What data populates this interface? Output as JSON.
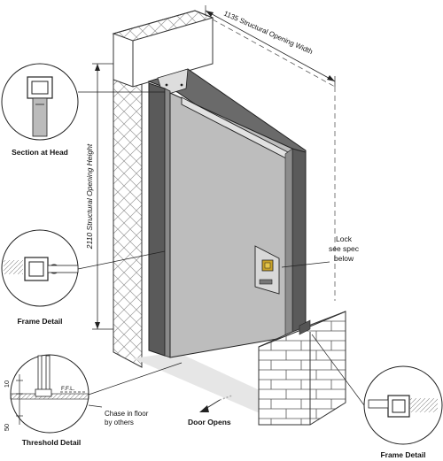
{
  "labels": {
    "width_dim": "1135 Structural Opening Width",
    "height_dim": "2110 Structural Opening Height",
    "section_head": "Section at Head",
    "frame_detail_left": "Frame Detail",
    "frame_detail_right": "Frame Detail",
    "threshold_detail": "Threshold Detail",
    "lock_line1": "Lock",
    "lock_line2": "see spec",
    "lock_line3": "below",
    "door_opens": "Door Opens",
    "chase_line1": "Chase in floor",
    "chase_line2": "by others",
    "ffl": "F.F.L.",
    "dim_10": "10",
    "dim_50": "50"
  },
  "colors": {
    "door": "#b9b9b9",
    "door_dark": "#7e7e7e",
    "frame_dark": "#5a5a5a",
    "lock_plate": "#d6d6d6",
    "lock_cylinder": "#c9a227",
    "wall_hatch": "#999999",
    "line": "#222222"
  }
}
